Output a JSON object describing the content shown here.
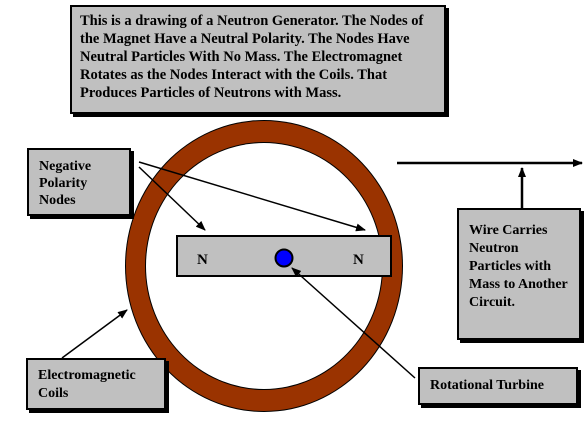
{
  "description": "This is a drawing of a Neutron Generator.  The Nodes of the Magnet Have a Neutral Polarity.  The Nodes Have Neutral Particles With No Mass.  The Electromagnet Rotates as the Nodes Interact with the Coils. That Produces Particles of Neutrons with Mass.",
  "labels": {
    "negative_nodes": "Negative Polarity Nodes",
    "wire": "Wire Carries Neutron Particles with Mass to Another Circuit.",
    "coils": "Electromagnetic Coils",
    "turbine": "Rotational Turbine"
  },
  "magnet": {
    "left_node": "N",
    "right_node": "N"
  },
  "colors": {
    "ring": "#9a3300",
    "box_fill": "#c0c0c0",
    "magnet_fill": "#c0c0c0",
    "turbine": "#0000ff"
  }
}
